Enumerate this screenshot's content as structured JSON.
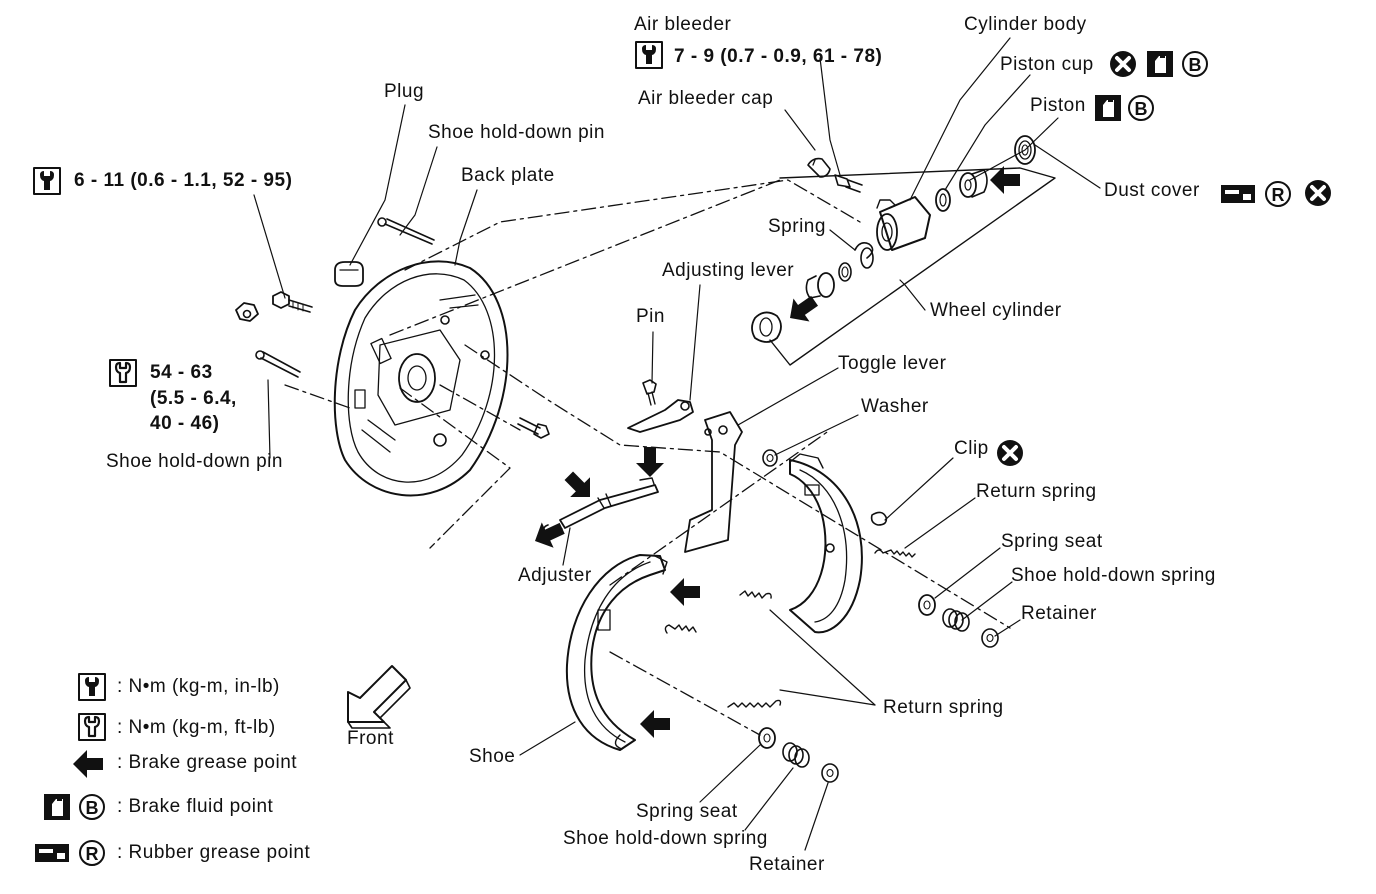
{
  "labels": {
    "air_bleeder": "Air bleeder",
    "air_bleeder_torque": "7 - 9 (0.7 - 0.9, 61 - 78)",
    "air_bleeder_cap": "Air bleeder cap",
    "cylinder_body": "Cylinder body",
    "piston_cup": "Piston cup",
    "piston": "Piston",
    "dust_cover": "Dust cover",
    "plug": "Plug",
    "shoe_hold_down_pin_top": "Shoe hold-down pin",
    "back_plate": "Back plate",
    "bolt_torque": "6 - 11 (0.6 - 1.1, 52 - 95)",
    "spring": "Spring",
    "adjusting_lever": "Adjusting lever",
    "wheel_cylinder": "Wheel cylinder",
    "pin": "Pin",
    "toggle_lever": "Toggle lever",
    "nut_torque_line1": "54 - 63",
    "nut_torque_line2": "(5.5 - 6.4,",
    "nut_torque_line3": "40 - 46)",
    "shoe_hold_down_pin_left": "Shoe hold-down pin",
    "washer": "Washer",
    "clip": "Clip",
    "return_spring_top": "Return spring",
    "spring_seat_right": "Spring seat",
    "shoe_hold_down_spring_right": "Shoe hold-down spring",
    "retainer_right": "Retainer",
    "adjuster": "Adjuster",
    "return_spring_bottom": "Return spring",
    "front": "Front",
    "shoe": "Shoe",
    "spring_seat_bottom": "Spring seat",
    "shoe_hold_down_spring_bottom": "Shoe hold-down spring",
    "retainer_bottom": "Retainer"
  },
  "legend": {
    "torque_inlb": ": N•m (kg-m, in-lb)",
    "torque_ftlb": ": N•m (kg-m, ft-lb)",
    "brake_grease": ": Brake grease point",
    "brake_fluid": ": Brake fluid point",
    "rubber_grease": ": Rubber grease point"
  },
  "symbols": {
    "b_letter": "B",
    "r_letter": "R"
  },
  "colors": {
    "ink": "#111111",
    "background": "#ffffff"
  },
  "icons": [
    "torque-wrench-icon",
    "torque-wrench-open-icon",
    "grease-arrow-icon",
    "brake-fluid-icon",
    "rubber-grease-icon",
    "replace-x-icon",
    "front-arrow-icon"
  ]
}
